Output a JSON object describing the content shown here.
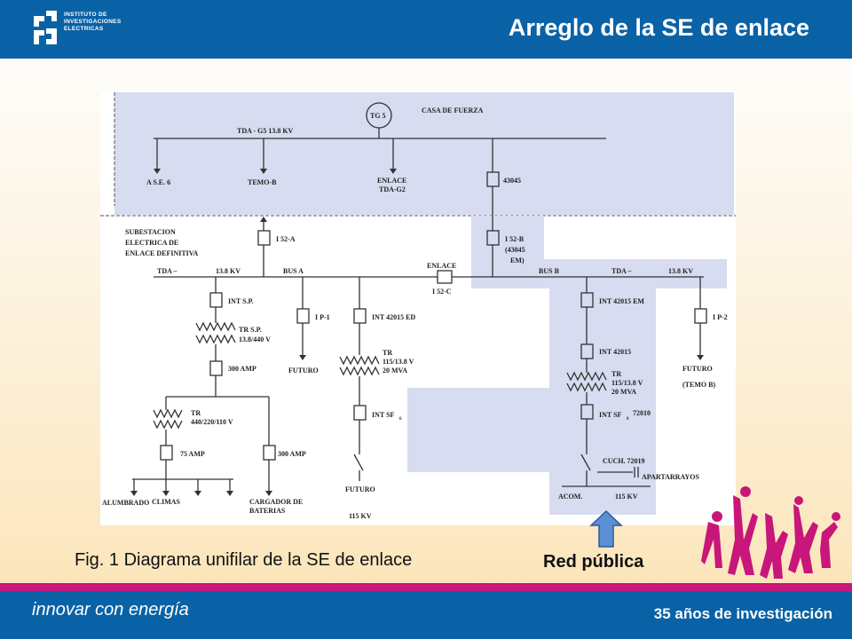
{
  "header": {
    "logo_lines": [
      "INSTITUTO DE",
      "INVESTIGACIONES",
      "ELECTRICAS"
    ],
    "title": "Arreglo de la  SE de enlace"
  },
  "diagram": {
    "labels": {
      "tg5": "TG 5",
      "casa": "CASA DE FUERZA",
      "tda_g5": "TDA - G5   13.8  KV",
      "ase6": "A S.E. 6",
      "temob": "TEMO-B",
      "enlace_tda_1": "ENLACE",
      "enlace_tda_2": "TDA-G2",
      "n43045": "43045",
      "sub1": "SUBESTACION",
      "sub2": "ELECTRICA DE",
      "sub3": "ENLACE DEFINITIVA",
      "i52a": "I 52-A",
      "i52b_1": "I 52-B",
      "i52b_2": "(43045",
      "i52b_3": "EM)",
      "tda_left": "TDA –",
      "kv_left": "13.8  KV",
      "bus_a": "BUS  A",
      "enlace": "ENLACE",
      "i52c": "I 52-C",
      "bus_b": "BUS  B",
      "tda_right": "TDA –",
      "kv_right": "13.8  KV",
      "int_sp": "INT S.P.",
      "ip1": "I P-1",
      "int42015ed": "INT 42015 ED",
      "int42015em": "INT 42015 EM",
      "ip2": "I P-2",
      "trsp_1": "TR S.P.",
      "trsp_2": "13.8/440 V",
      "tr_mid_1": "TR",
      "tr_mid_2": "115/13.8 V",
      "tr_mid_3": "20 MVA",
      "int42015": "INT 42015",
      "futuro_a": "FUTURO",
      "futuro_r": "FUTURO",
      "temo_b_paren": "(TEMO B)",
      "amp300a": "300 AMP",
      "tr_right_1": "TR",
      "tr_right_2": "115/13.8 V",
      "tr_right_3": "20 MVA",
      "tr_low_1": "TR",
      "tr_low_2": "440/220/110 V",
      "intsf6_mid": "INT SF",
      "intsf6_right": "INT SF",
      "n72010": "72010",
      "sub6": "6",
      "amp75": "75 AMP",
      "amp300b": "300 AMP",
      "cuch": "CUCH. 72019",
      "apartarrayos": "APARTARRAYOS",
      "alumbrado": "ALUMBRADO",
      "climas": "CLIMAS",
      "cargador_1": "CARGADOR DE",
      "cargador_2": "BATERIAS",
      "futuro_mid": "FUTURO",
      "kv115_mid": "115 KV",
      "acom": "ACOM.",
      "kv115_right": "115 KV"
    }
  },
  "caption": "Fig. 1 Diagrama unifilar de la SE de enlace",
  "red_publica": "Red pública",
  "footer": {
    "left": "innovar con energía",
    "right": "35 años de investigación"
  },
  "colors": {
    "header_blue": "#0a62a6",
    "magenta": "#c8167a",
    "zone_fill": "#d7dcf0",
    "arrow_blue": "#5b8fd4"
  }
}
